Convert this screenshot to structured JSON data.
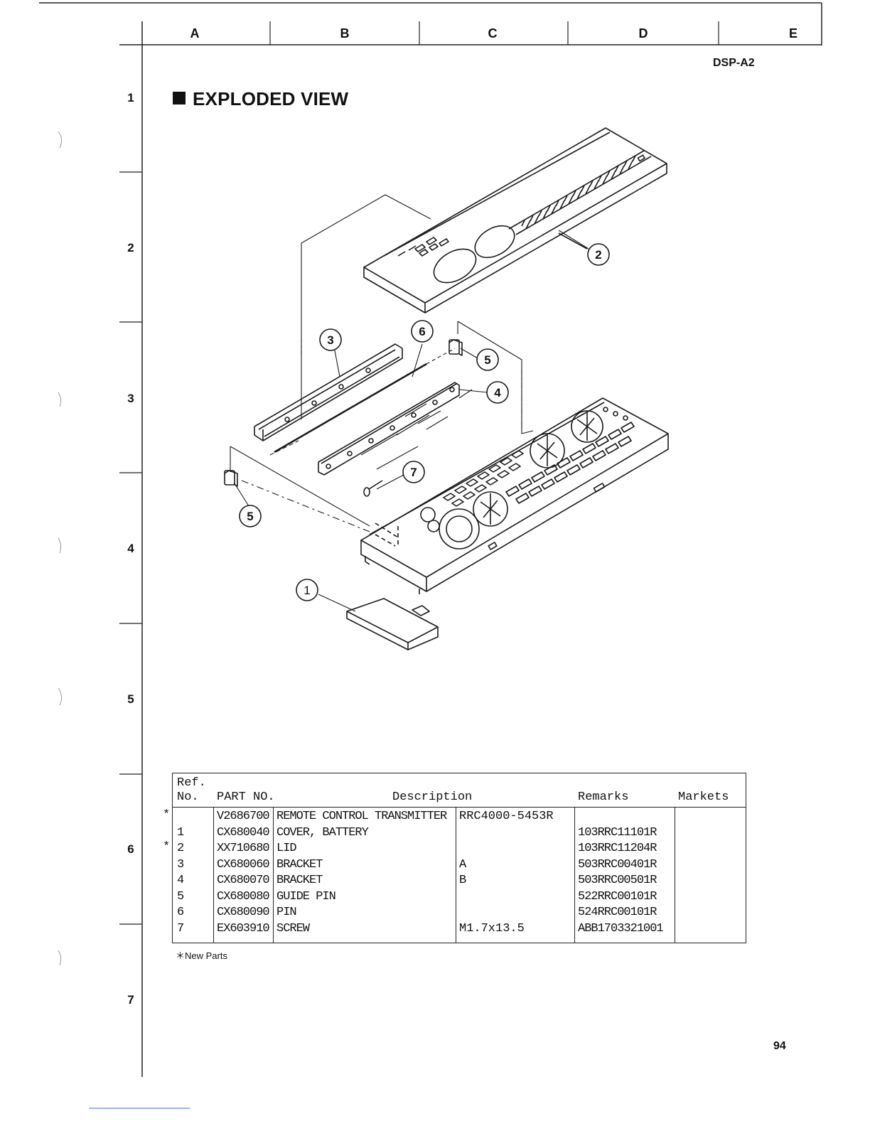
{
  "grid": {
    "columns": [
      "A",
      "B",
      "C",
      "D",
      "E"
    ],
    "rows": [
      "1",
      "2",
      "3",
      "4",
      "5",
      "6",
      "7"
    ]
  },
  "header": {
    "model": "DSP-A2"
  },
  "title": "EXPLODED VIEW",
  "callouts": [
    "1",
    "2",
    "3",
    "4",
    "5",
    "5",
    "6",
    "7"
  ],
  "parts_table": {
    "headers": {
      "ref_no_line1": "Ref.",
      "ref_no_line2": "No.",
      "part_no": "PART NO.",
      "description": "Description",
      "remarks": "Remarks",
      "markets": "Markets"
    },
    "rows": [
      {
        "new": "*",
        "ref": "",
        "part_no": "V2686700",
        "description": "REMOTE CONTROL TRANSMITTER",
        "spec": "RRC4000-5453R",
        "remarks": ""
      },
      {
        "new": "",
        "ref": "1",
        "part_no": "CX680040",
        "description": "COVER, BATTERY",
        "spec": "",
        "remarks": "103RRC11101R"
      },
      {
        "new": "*",
        "ref": "2",
        "part_no": "XX710680",
        "description": "LID",
        "spec": "",
        "remarks": "103RRC11204R"
      },
      {
        "new": "",
        "ref": "3",
        "part_no": "CX680060",
        "description": "BRACKET",
        "spec": "A",
        "remarks": "503RRC00401R"
      },
      {
        "new": "",
        "ref": "4",
        "part_no": "CX680070",
        "description": "BRACKET",
        "spec": "B",
        "remarks": "503RRC00501R"
      },
      {
        "new": "",
        "ref": "5",
        "part_no": "CX680080",
        "description": "GUIDE PIN",
        "spec": "",
        "remarks": "522RRC00101R"
      },
      {
        "new": "",
        "ref": "6",
        "part_no": "CX680090",
        "description": "PIN",
        "spec": "",
        "remarks": "524RRC00101R"
      },
      {
        "new": "",
        "ref": "7",
        "part_no": "EX603910",
        "description": "SCREW",
        "spec": "M1.7x13.5",
        "remarks": "ABB1703321001"
      }
    ]
  },
  "footnote": "＊New Parts",
  "page_number": "94"
}
